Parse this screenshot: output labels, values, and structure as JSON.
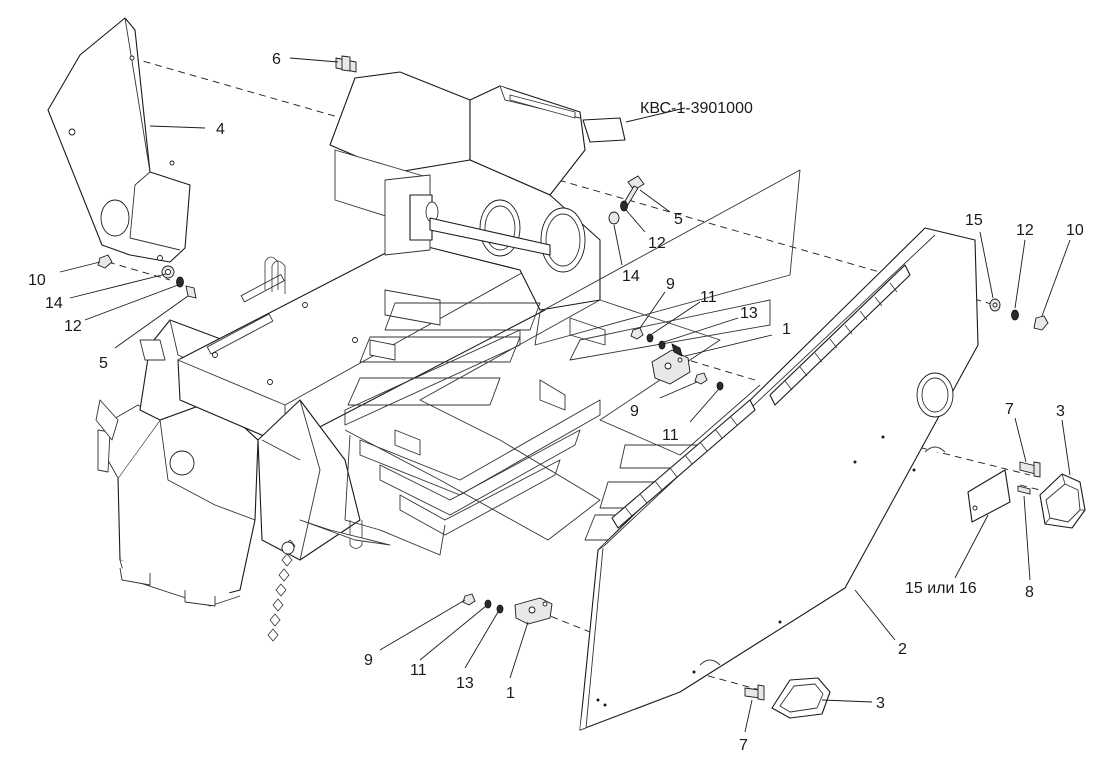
{
  "assembly_label": "КВС-1-3901000",
  "callouts": {
    "c1_top": "1",
    "c1_bottom": "1",
    "c2": "2",
    "c3_right": "3",
    "c3_bottom": "3",
    "c4": "4",
    "c5_left": "5",
    "c5_mid": "5",
    "c6": "6",
    "c7_right": "7",
    "c7_bottom": "7",
    "c8": "8",
    "c9_top": "9",
    "c9_mid": "9",
    "c9_bottom": "9",
    "c10_left": "10",
    "c10_right": "10",
    "c11_top": "11",
    "c11_mid": "11",
    "c11_bottom": "11",
    "c12_left": "12",
    "c12_mid": "12",
    "c12_right": "12",
    "c13_top": "13",
    "c13_bottom": "13",
    "c14_left": "14",
    "c14_mid": "14",
    "c15_right": "15",
    "c15_16": "15 или 16"
  }
}
